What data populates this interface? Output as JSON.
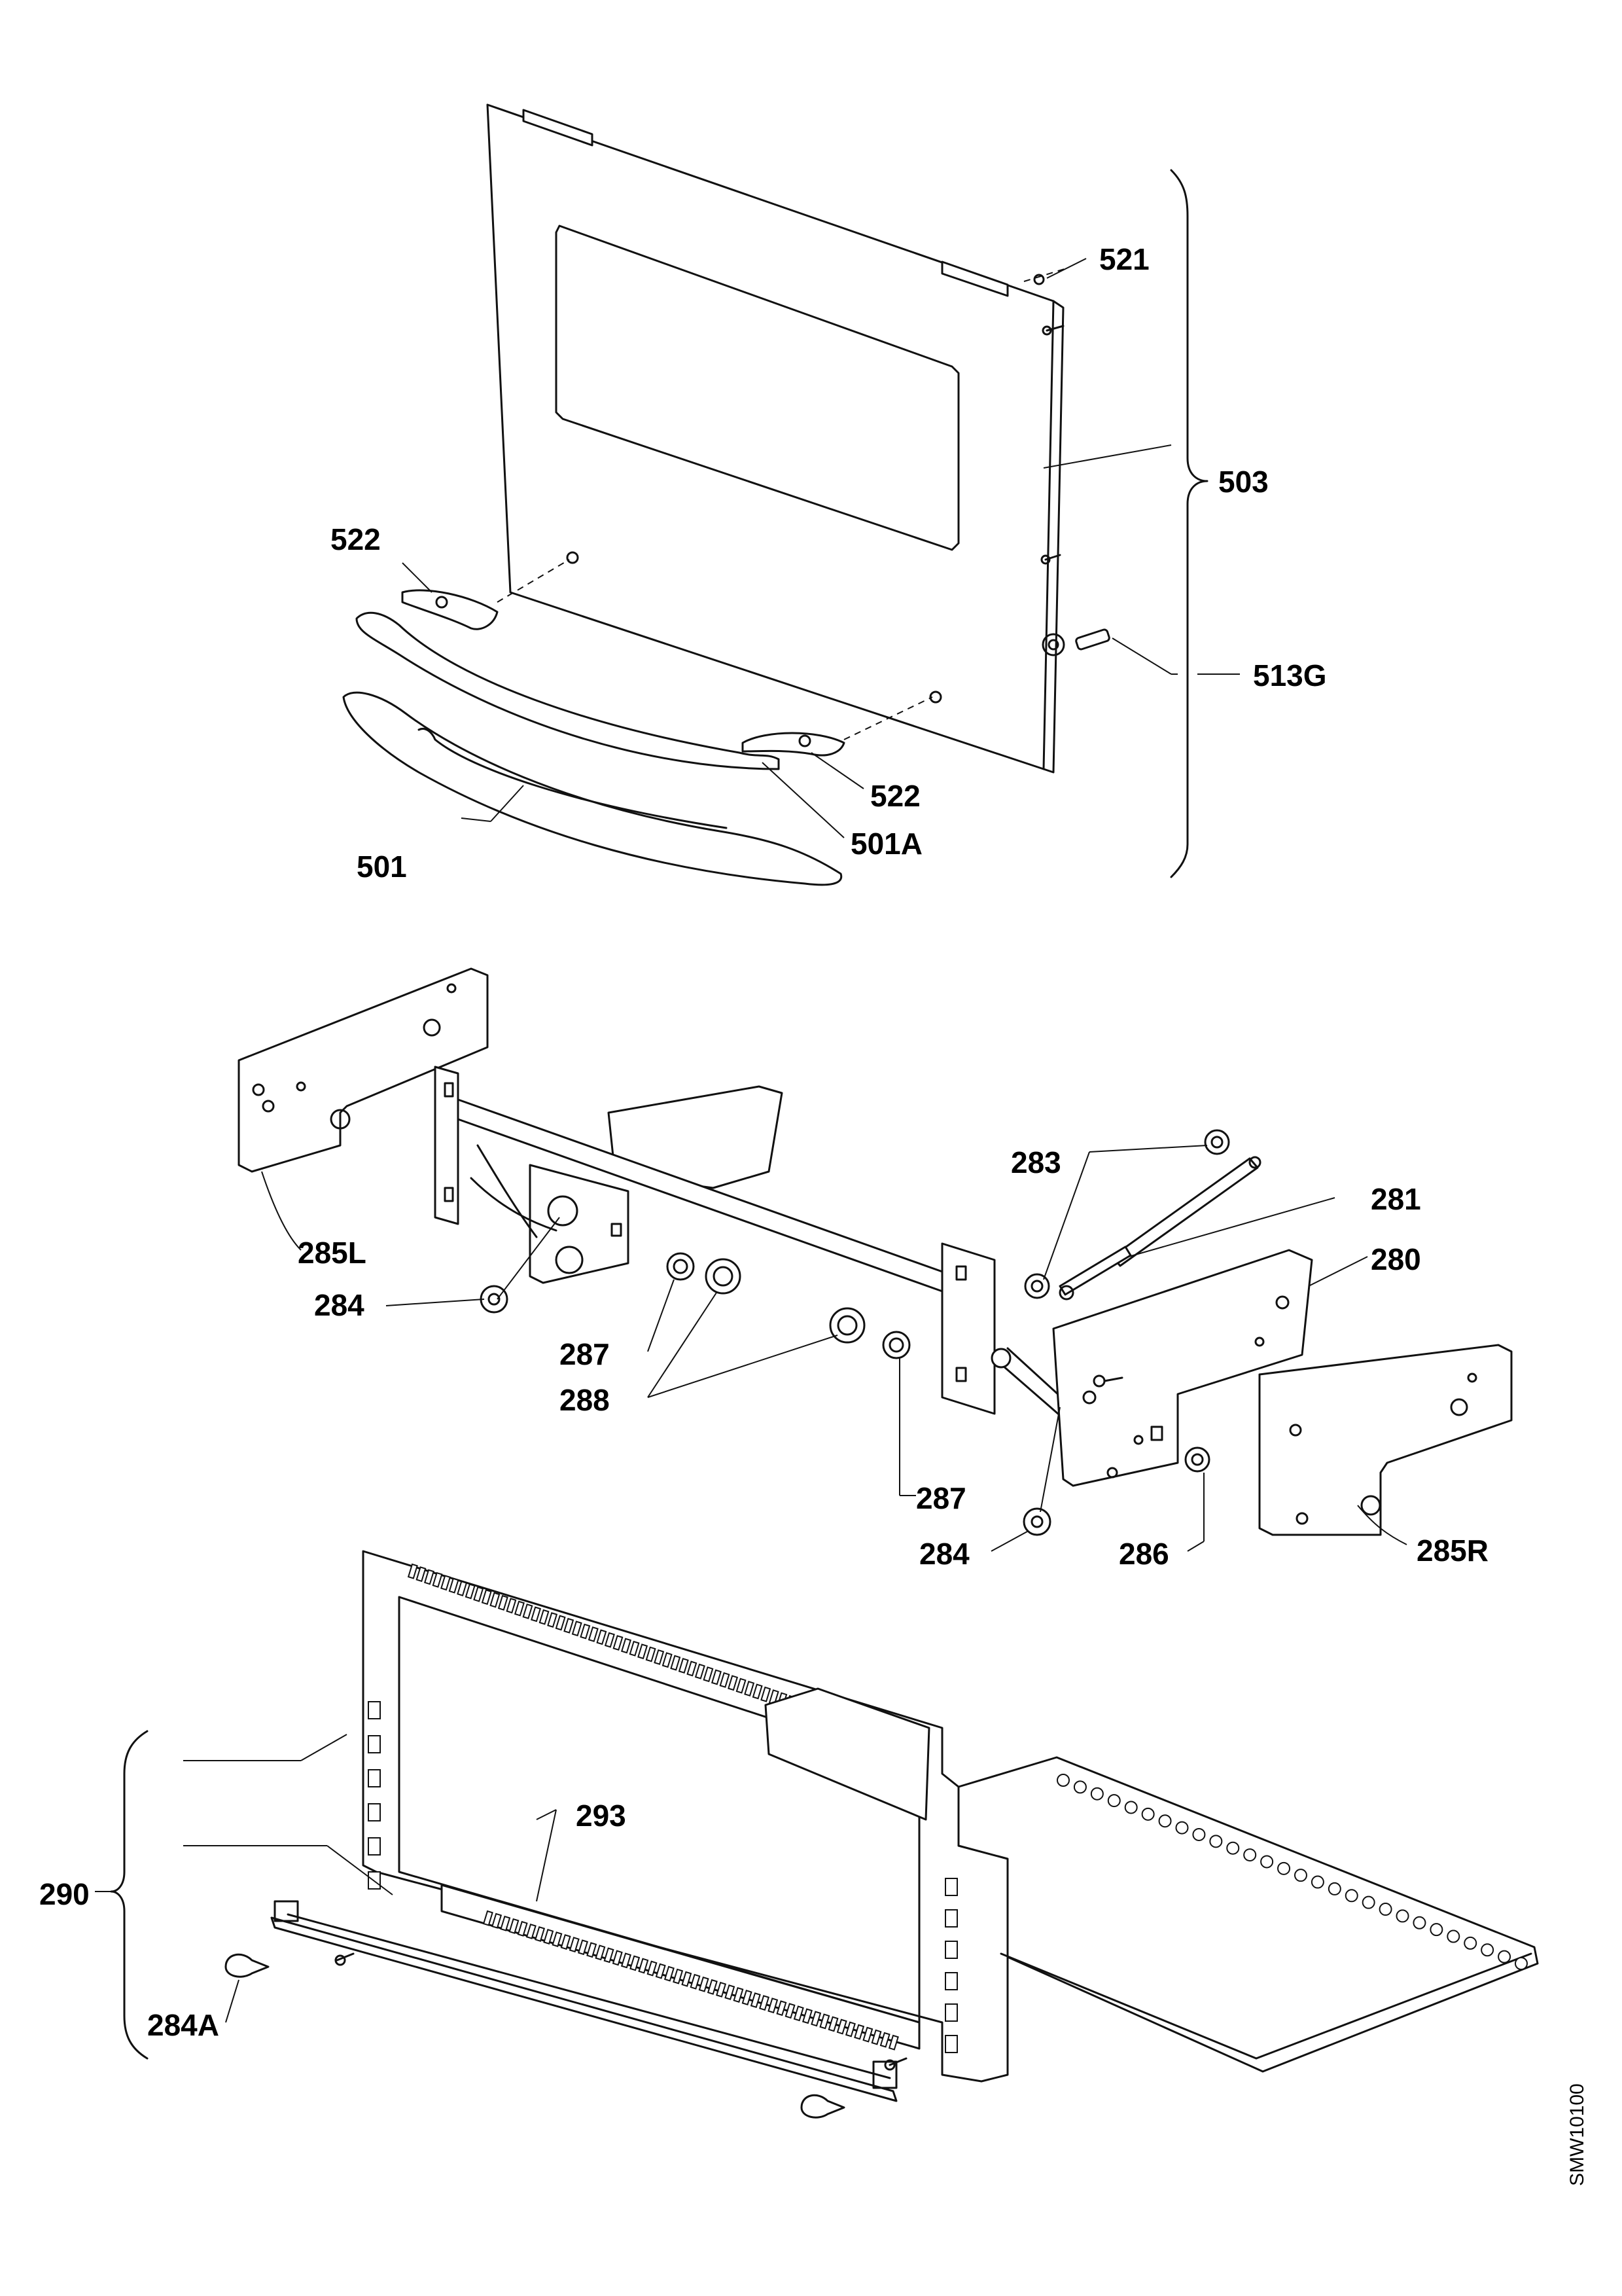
{
  "drawing_code": "SMW10100",
  "labels": {
    "l521": "521",
    "l503": "503",
    "l522a": "522",
    "l513g": "513G",
    "l522b": "522",
    "l501a": "501A",
    "l501": "501",
    "l283": "283",
    "l281": "281",
    "l280": "280",
    "l285l": "285L",
    "l284a": "284",
    "l287a": "287",
    "l288": "288",
    "l287b": "287",
    "l284b": "284",
    "l286": "286",
    "l285r": "285R",
    "l293": "293",
    "l290": "290",
    "l284aa": "284A"
  }
}
